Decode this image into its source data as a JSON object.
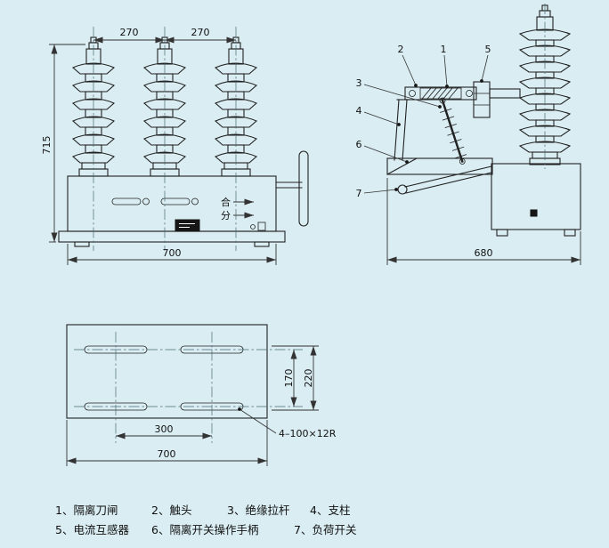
{
  "colors": {
    "background": "#d9edf2",
    "line": "#222222"
  },
  "front_view": {
    "dim_top_left": "270",
    "dim_top_right": "270",
    "dim_height": "715",
    "dim_bottom": "700",
    "label_close": "合",
    "label_open": "分"
  },
  "side_view": {
    "callouts": {
      "n1": "1",
      "n2": "2",
      "n3": "3",
      "n4": "4",
      "n5": "5",
      "n6": "6",
      "n7": "7"
    },
    "dim_bottom": "680"
  },
  "plan_view": {
    "dim_rows": "170",
    "dim_outer": "220",
    "dim_slots": "300",
    "dim_bottom": "700",
    "slot_note": "4–100×12R"
  },
  "legend": {
    "items": [
      "1、隔离刀闸",
      "2、触头",
      "3、绝缘拉杆",
      "4、支柱",
      "5、电流互感器",
      "6、隔离开关操作手柄",
      "7、负荷开关"
    ]
  }
}
